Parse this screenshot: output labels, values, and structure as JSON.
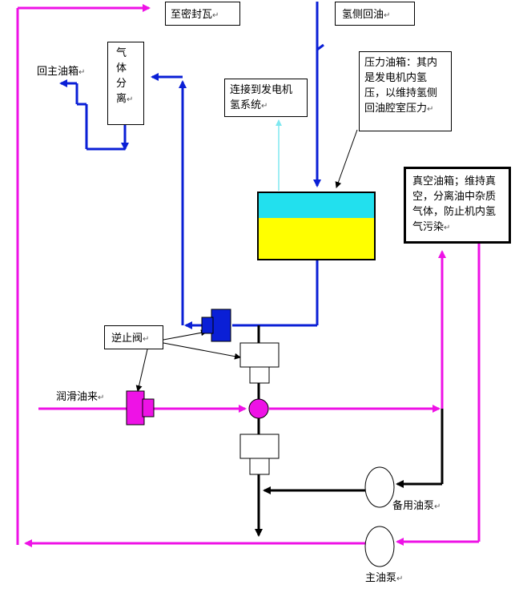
{
  "labels": {
    "seal_bearing": "至密封瓦",
    "hydrogen_return": "氢侧回油",
    "to_main_tank": "回主油箱",
    "gas_separation": [
      "气",
      "体",
      "分",
      "离"
    ],
    "generator_link": [
      "连接到发电机",
      "氢系统"
    ],
    "pressure_tank": [
      "压力油箱：其内",
      "是发电机内氢",
      "压，以维持氢侧",
      "回油腔室压力"
    ],
    "vacuum_tank": [
      "真空油箱；维持真",
      "空，分离油中杂质",
      "气体，防止机内氢",
      "气污染"
    ],
    "check_valve": "逆止阀",
    "lube_oil_in": "润滑油来",
    "standby_pump": "备用油泵",
    "main_pump": "主油泵",
    "return_mark": "↵"
  },
  "colors": {
    "blue": "#0a1fd6",
    "magenta": "#ee12e6",
    "black": "#000000",
    "cyan": "#22e0ee",
    "yellow": "#ffff00",
    "light_cyan": "#7fe8f0"
  }
}
